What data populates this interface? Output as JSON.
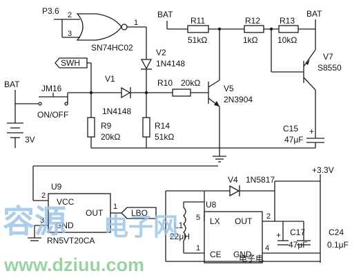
{
  "labels": {
    "p36": "P3.6",
    "pin2": "2",
    "pin3": "3",
    "pin1": "1",
    "ic_nor": "SN74HC02",
    "bat1": "BAT",
    "bat2": "BAT",
    "bat3": "BAT",
    "r11": "R11",
    "r11v": "51kΩ",
    "r12": "R12",
    "r12v": "1kΩ",
    "r13": "R13",
    "r13v": "10kΩ",
    "v2": "V2",
    "v2p": "1N4148",
    "v7": "V7",
    "v7p": "S8550",
    "swh": "SWH",
    "v1": "V1",
    "v1p": "1N4148",
    "r10": "R10",
    "r10v": "20kΩ",
    "v5": "V5",
    "v5p": "2N3904",
    "jm16": "JM16",
    "onoff": "ON/OFF",
    "r9": "R9",
    "r9v": "20kΩ",
    "r14": "R14",
    "r14v": "51kΩ",
    "c15": "C15",
    "c15v": "47μF",
    "v3": "3V",
    "plus": "+",
    "v33": "+3.3V",
    "v4": "V4",
    "v4p": "1N5817",
    "u9": "U9",
    "u9p2": "2",
    "vcc": "VCC",
    "out9": "OUT",
    "gnd9": "GND",
    "u9p1": "1",
    "u9p3": "3",
    "rn5": "RN5VT20CA",
    "lbo": "LBO",
    "u8": "U8",
    "lx": "LX",
    "out8": "OUT",
    "ce": "CE",
    "gnd8": "GND",
    "u8p5": "5",
    "u8p2": "2",
    "u8p1": "1",
    "u8p4": "4",
    "l1": "L1",
    "l1v": "22μH",
    "c17": "C17",
    "c17v": "47μF",
    "c24": "C24",
    "c24v": "0.1μF"
  },
  "watermark": {
    "cn1": "容源",
    "cn2": "电子网",
    "url": "www.dziuu.com",
    "stamp": "电子电"
  }
}
